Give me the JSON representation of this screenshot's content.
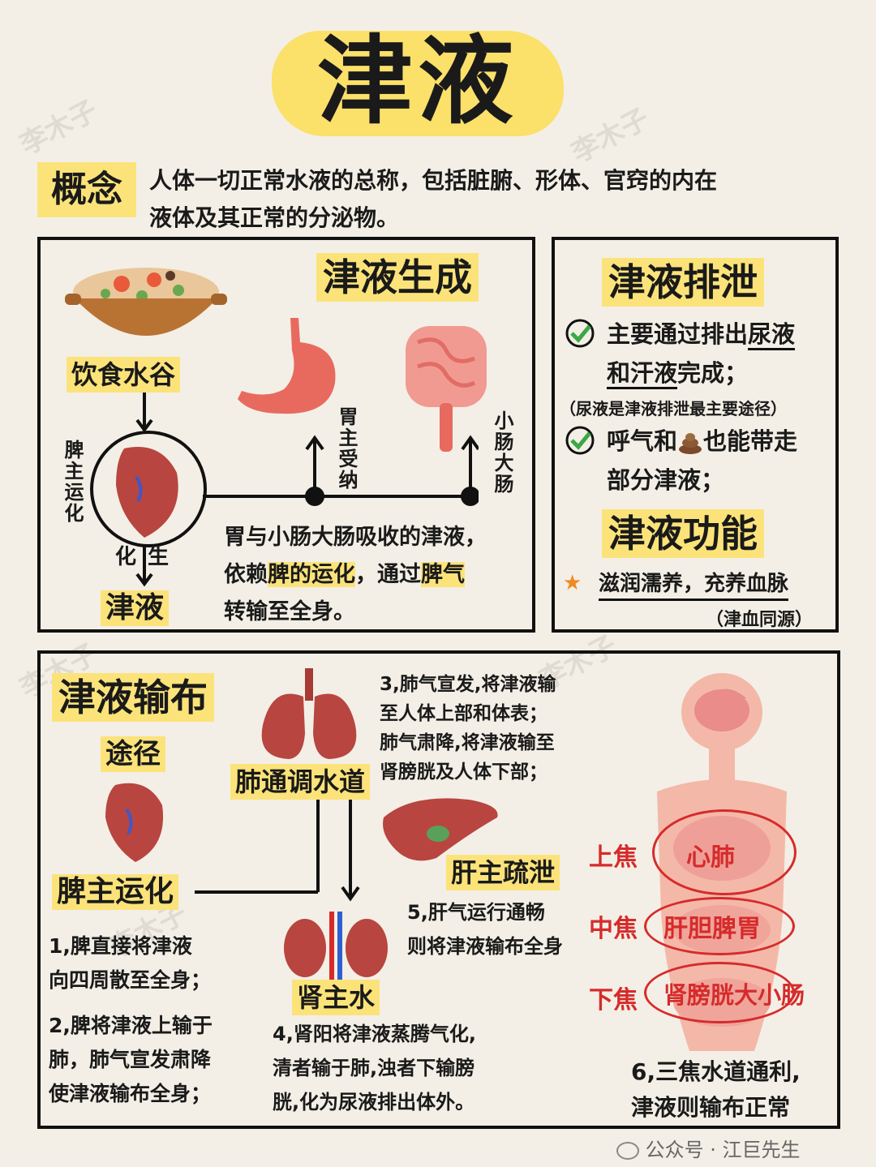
{
  "title": "津液",
  "concept": {
    "tag": "概念",
    "text_line1": "人体一切正常水液的总称，包括脏腑、形体、官窍的内在",
    "text_line2": "液体及其正常的分泌物。"
  },
  "generation": {
    "title": "津液生成",
    "food_label": "饮食水谷",
    "spleen_vertical": "脾主运化",
    "stomach_vertical": "胃主受纳",
    "intestine_vertical": "小肠大肠",
    "huasheng_1": "化",
    "huasheng_2": "生",
    "result_label": "津液",
    "desc_line1": "胃与小肠大肠吸收的津液，",
    "desc_line2_a": "依赖",
    "desc_line2_b": "脾的运化",
    "desc_line2_c": "，通过",
    "desc_line2_d": "脾气",
    "desc_line3": "转输至全身。"
  },
  "excretion": {
    "title": "津液排泄",
    "item1_line1_a": "主要通过排出",
    "item1_line1_b": "尿液",
    "item1_line2_a": "和汗液",
    "item1_line2_b": "完成；",
    "note": "（尿液是津液排泄最主要途径）",
    "item2_line1_a": "呼气和",
    "item2_line1_b": "也能带走",
    "item2_line2": "部分津液；",
    "function_title": "津液功能",
    "function_item": "滋润濡养，充养血脉",
    "function_note": "（津血同源）"
  },
  "distribution": {
    "title": "津液输布",
    "route": "途径",
    "spleen_label": "脾主运化",
    "lung_label": "肺通调水道",
    "liver_label": "肝主疏泄",
    "kidney_label": "肾主水",
    "p1_line1": "1,脾直接将津液",
    "p1_line2": "向四周散至全身；",
    "p2_line1": "2,脾将津液上输于",
    "p2_line2": "肺，肺气宣发肃降",
    "p2_line3": "使津液输布全身；",
    "p3_line1": "3,肺气宣发,将津液输",
    "p3_line2": "至人体上部和体表；",
    "p3_line3": "肺气肃降,将津液输至",
    "p3_line4": "肾膀胱及人体下部；",
    "p4_line1": "4,肾阳将津液蒸腾气化,",
    "p4_line2": "清者输于肺,浊者下输膀",
    "p4_line3": "胱,化为尿液排出体外。",
    "p5_line1": "5,肝气运行通畅",
    "p5_line2": "则将津液输布全身",
    "upper": "上焦",
    "middle": "中焦",
    "lower": "下焦",
    "upper_organs": "心肺",
    "middle_organs": "肝胆脾胃",
    "lower_organs": "肾膀胱大小肠",
    "p6_line1": "6,三焦水道通利,",
    "p6_line2": "津液则输布正常"
  },
  "watermark": "李木子",
  "footer": "公众号 · 江巨先生",
  "colors": {
    "highlight": "#fbe37a",
    "red": "#d62b2b",
    "organ": "#c9463f"
  }
}
